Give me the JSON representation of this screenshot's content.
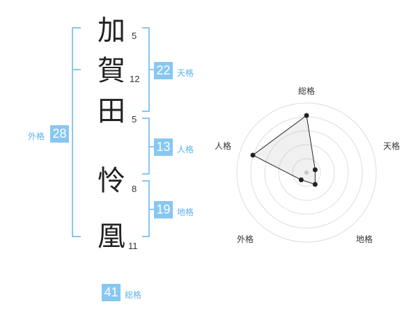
{
  "name": {
    "characters": [
      {
        "char": "加",
        "strokes": "5"
      },
      {
        "char": "賀",
        "strokes": "12"
      },
      {
        "char": "田",
        "strokes": "5"
      },
      {
        "char": "怜",
        "strokes": "8"
      },
      {
        "char": "凰",
        "strokes": "11"
      }
    ]
  },
  "kaku": {
    "tenkaku": {
      "value": "22",
      "label": "天格"
    },
    "jinkaku": {
      "value": "13",
      "label": "人格"
    },
    "chikaku": {
      "value": "19",
      "label": "地格"
    },
    "gaikaku": {
      "value": "28",
      "label": "外格"
    },
    "soukaku": {
      "value": "41",
      "label": "総格"
    }
  },
  "radar": {
    "axes": [
      "総格",
      "天格",
      "地格",
      "外格",
      "人格"
    ],
    "levels": 5,
    "values": [
      0.82,
      0.13,
      0.21,
      0.13,
      0.81
    ]
  },
  "colors": {
    "accent": "#87c7f0",
    "bracket": "#87c7f0",
    "label": "#5fb3ea"
  }
}
